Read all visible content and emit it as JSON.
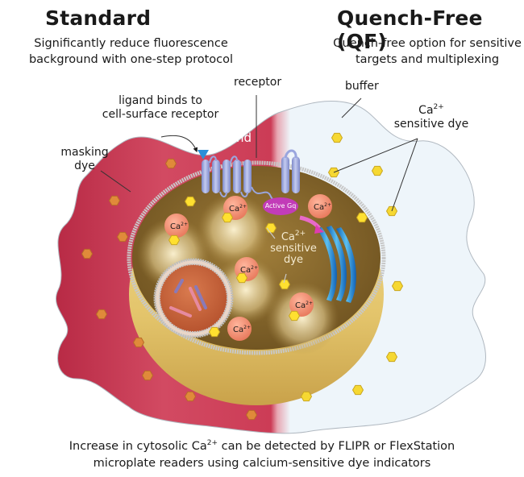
{
  "left_panel": {
    "title": "Standard",
    "subtitle_line1": "Significantly reduce fluorescence",
    "subtitle_line2": "background with one-step protocol"
  },
  "right_panel": {
    "title": "Quench-Free (QF)",
    "subtitle_line1": "Quench-free option for sensitive",
    "subtitle_line2": "targets and multiplexing"
  },
  "labels": {
    "receptor": "receptor",
    "ligand_binds_line1": "ligand binds to",
    "ligand_binds_line2": "cell-surface receptor",
    "ligand": "ligand",
    "masking_dye_line1": "masking",
    "masking_dye_line2": "dye",
    "buffer": "buffer",
    "ca_dye_outer_ca": "Ca",
    "ca_dye_outer_sup": "2+",
    "ca_dye_outer_line2": "sensitive dye",
    "ca_dye_inner_ca": "Ca",
    "ca_dye_inner_sup": "2+",
    "ca_dye_inner_line2": "sensitive",
    "ca_dye_inner_line3": "dye",
    "active_gq": "Active Gq",
    "calcium_ion": "Ca",
    "calcium_ion_sup": "2+"
  },
  "caption": {
    "line1_pre": "Increase in cytosolic Ca",
    "line1_sup": "2+",
    "line1_post": " can be detected by FLIPR or FlexStation",
    "line2": "microplate readers using calcium-sensitive dye indicators"
  },
  "colors": {
    "masking_dye_region": "#c8344f",
    "buffer_region": "#eef5fa",
    "cell_rim": "#e3c46b",
    "cytoplasm": "#8a6a2a",
    "receptor": "#9aa6de",
    "ligand": "#2a8fd8",
    "active_gq": "#c03cb8",
    "ca_ion": "#ee8e72",
    "dye_yellow": "#f6d832",
    "dye_orange": "#e08a3a",
    "er": "#1c78c8"
  }
}
